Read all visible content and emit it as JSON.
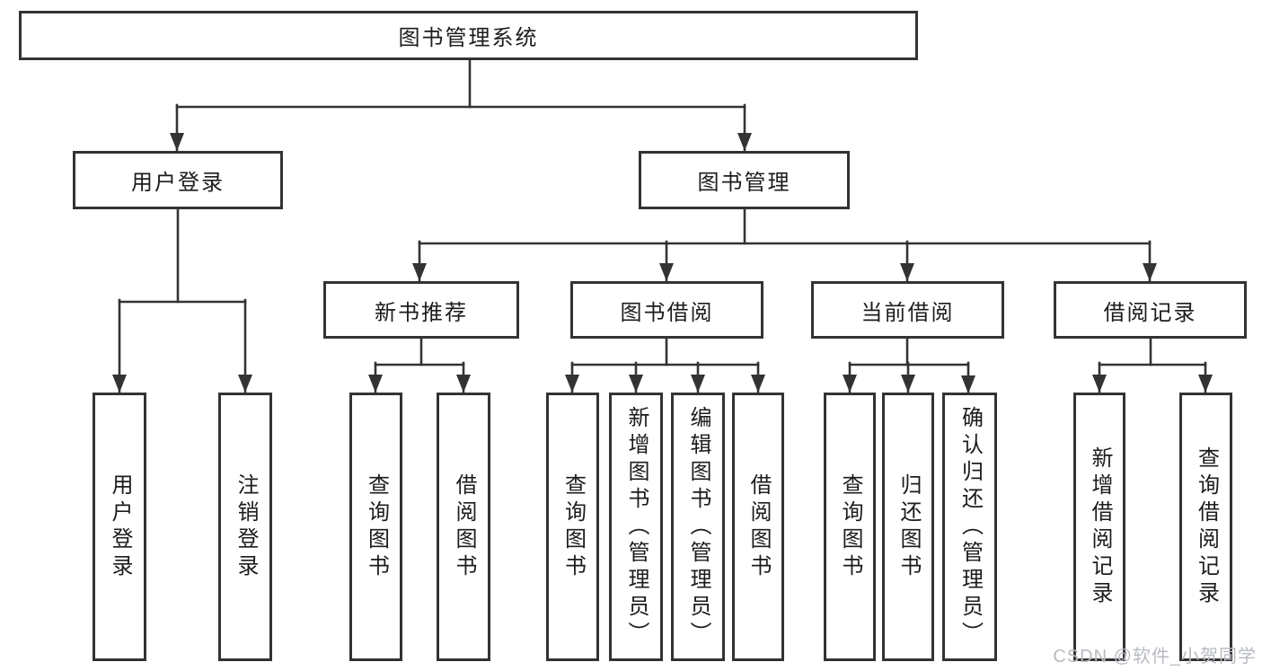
{
  "diagram_title": "图书管理系统",
  "tree": {
    "root": {
      "label": "图书管理系统"
    },
    "children": [
      {
        "label": "用户登录",
        "children": [
          {
            "label": "用户登录"
          },
          {
            "label": "注销登录"
          }
        ]
      },
      {
        "label": "图书管理",
        "children": [
          {
            "label": "新书推荐",
            "children": [
              {
                "label": "查询图书"
              },
              {
                "label": "借阅图书"
              }
            ]
          },
          {
            "label": "图书借阅",
            "children": [
              {
                "label": "查询图书"
              },
              {
                "label": "新增图书（管理员）"
              },
              {
                "label": "编辑图书（管理员）"
              },
              {
                "label": "借阅图书"
              }
            ]
          },
          {
            "label": "当前借阅",
            "children": [
              {
                "label": "查询图书"
              },
              {
                "label": "归还图书"
              },
              {
                "label": "确认归还（管理员）"
              }
            ]
          },
          {
            "label": "借阅记录",
            "children": [
              {
                "label": "新增借阅记录"
              },
              {
                "label": "查询借阅记录"
              }
            ]
          }
        ]
      }
    ]
  },
  "watermark": {
    "text": "CSDN @软件_小贺同学",
    "color": "#b7bbc1"
  },
  "colors": {
    "line": "#333333",
    "box_border": "#333333",
    "box_fill": "#ffffff",
    "text": "#1c1c1c",
    "background": "#ffffff"
  }
}
